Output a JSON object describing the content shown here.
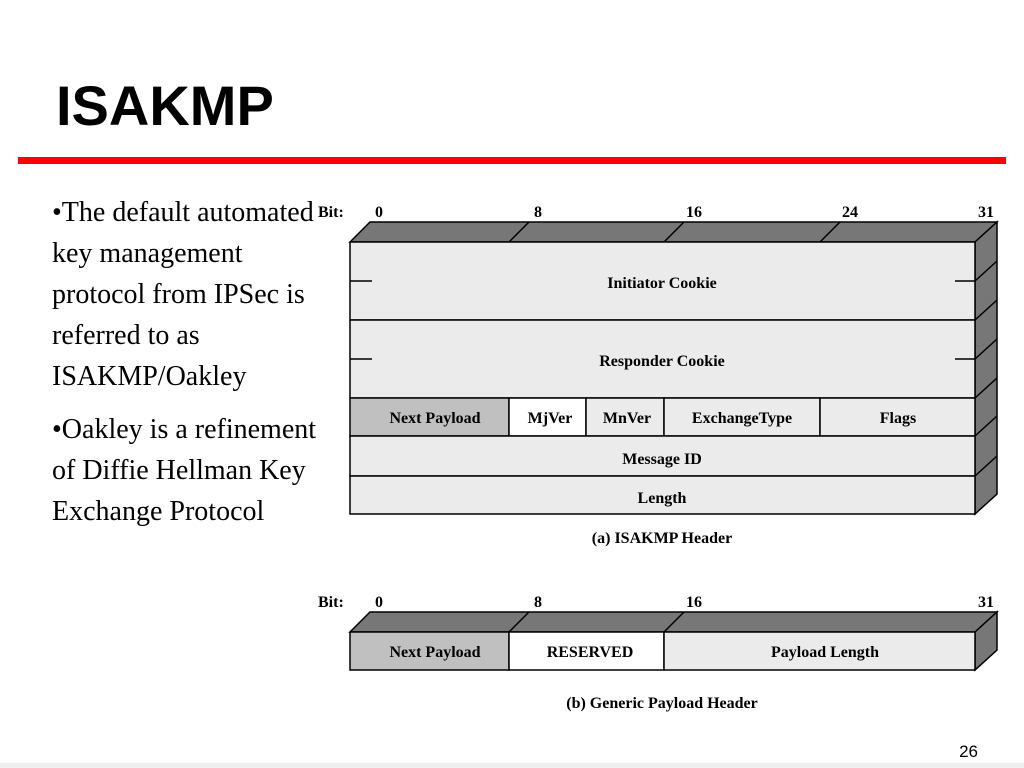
{
  "slide": {
    "title": "ISAKMP",
    "page_number": "26",
    "accent_color": "#ff0000"
  },
  "bullets": [
    "•The default automated key management protocol from IPSec is referred to as ISAKMP/Oakley",
    "•Oakley is a refinement of Diffie Hellman Key Exchange Protocol"
  ],
  "isakmp_header": {
    "bit_label": "Bit:",
    "bits": [
      "0",
      "8",
      "16",
      "24",
      "31"
    ],
    "initiator_cookie": "Initiator Cookie",
    "responder_cookie": "Responder Cookie",
    "next_payload": "Next Payload",
    "mj_ver": "MjVer",
    "mn_ver": "MnVer",
    "exchange_type": "ExchangeType",
    "flags": "Flags",
    "message_id": "Message ID",
    "length": "Length",
    "caption": "(a) ISAKMP Header"
  },
  "generic_payload_header": {
    "bit_label": "Bit:",
    "bits": [
      "0",
      "8",
      "16",
      "31"
    ],
    "next_payload": "Next Payload",
    "reserved": "RESERVED",
    "payload_length": "Payload Length",
    "caption": "(b) Generic Payload Header"
  },
  "colors": {
    "field_light": "#ebebeb",
    "field_dark": "#c0c0c0",
    "depth_face": "#777777",
    "field_white": "#ffffff"
  }
}
